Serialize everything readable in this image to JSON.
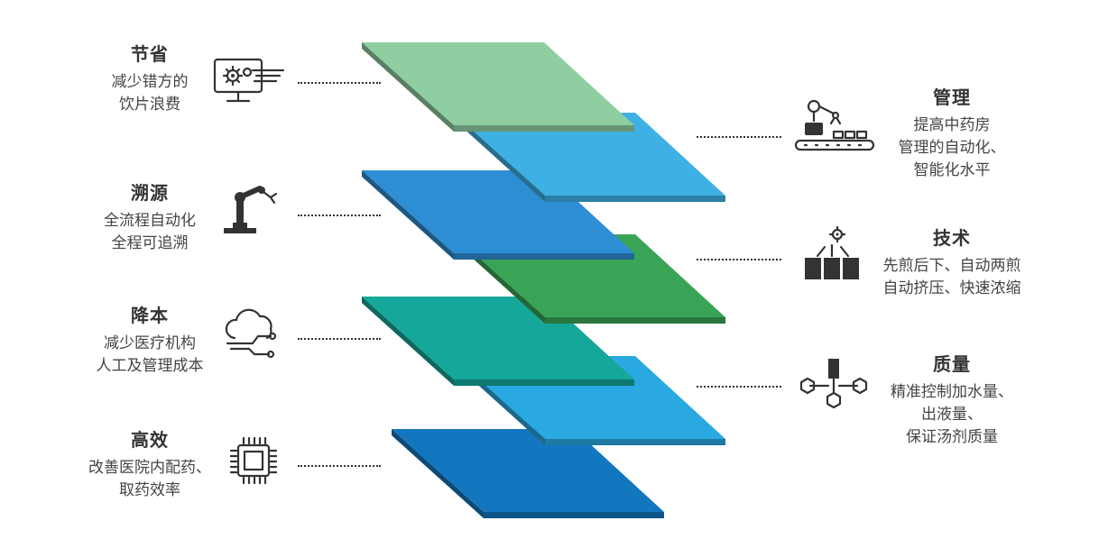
{
  "colors": {
    "layer1": "#8fcea1",
    "layer2": "#3fb0e4",
    "layer3": "#2e8ed3",
    "layer4": "#3aa456",
    "layer5": "#15a89a",
    "layer6": "#2aa8e2",
    "layer7": "#1377c0",
    "text": "#333333"
  },
  "left": [
    {
      "title": "节省",
      "lines": [
        "减少错方的",
        "饮片浪费"
      ],
      "icon": "monitor-gear-icon"
    },
    {
      "title": "溯源",
      "lines": [
        "全流程自动化",
        "全程可追溯"
      ],
      "icon": "robot-arm-icon"
    },
    {
      "title": "降本",
      "lines": [
        "减少医疗机构",
        "人工及管理成本"
      ],
      "icon": "cloud-network-icon"
    },
    {
      "title": "高效",
      "lines": [
        "改善医院内配药、",
        "取药效率"
      ],
      "icon": "chip-icon"
    }
  ],
  "right": [
    {
      "title": "管理",
      "lines": [
        "提高中药房",
        "管理的自动化、",
        "智能化水平"
      ],
      "icon": "conveyor-robot-icon"
    },
    {
      "title": "技术",
      "lines": [
        "先煎后下、自动两煎",
        "自动挤压、快速浓缩"
      ],
      "icon": "machines-gear-icon"
    },
    {
      "title": "质量",
      "lines": [
        "精准控制加水量、",
        "出液量、",
        "保证汤剂质量"
      ],
      "icon": "cubes-network-icon"
    }
  ]
}
